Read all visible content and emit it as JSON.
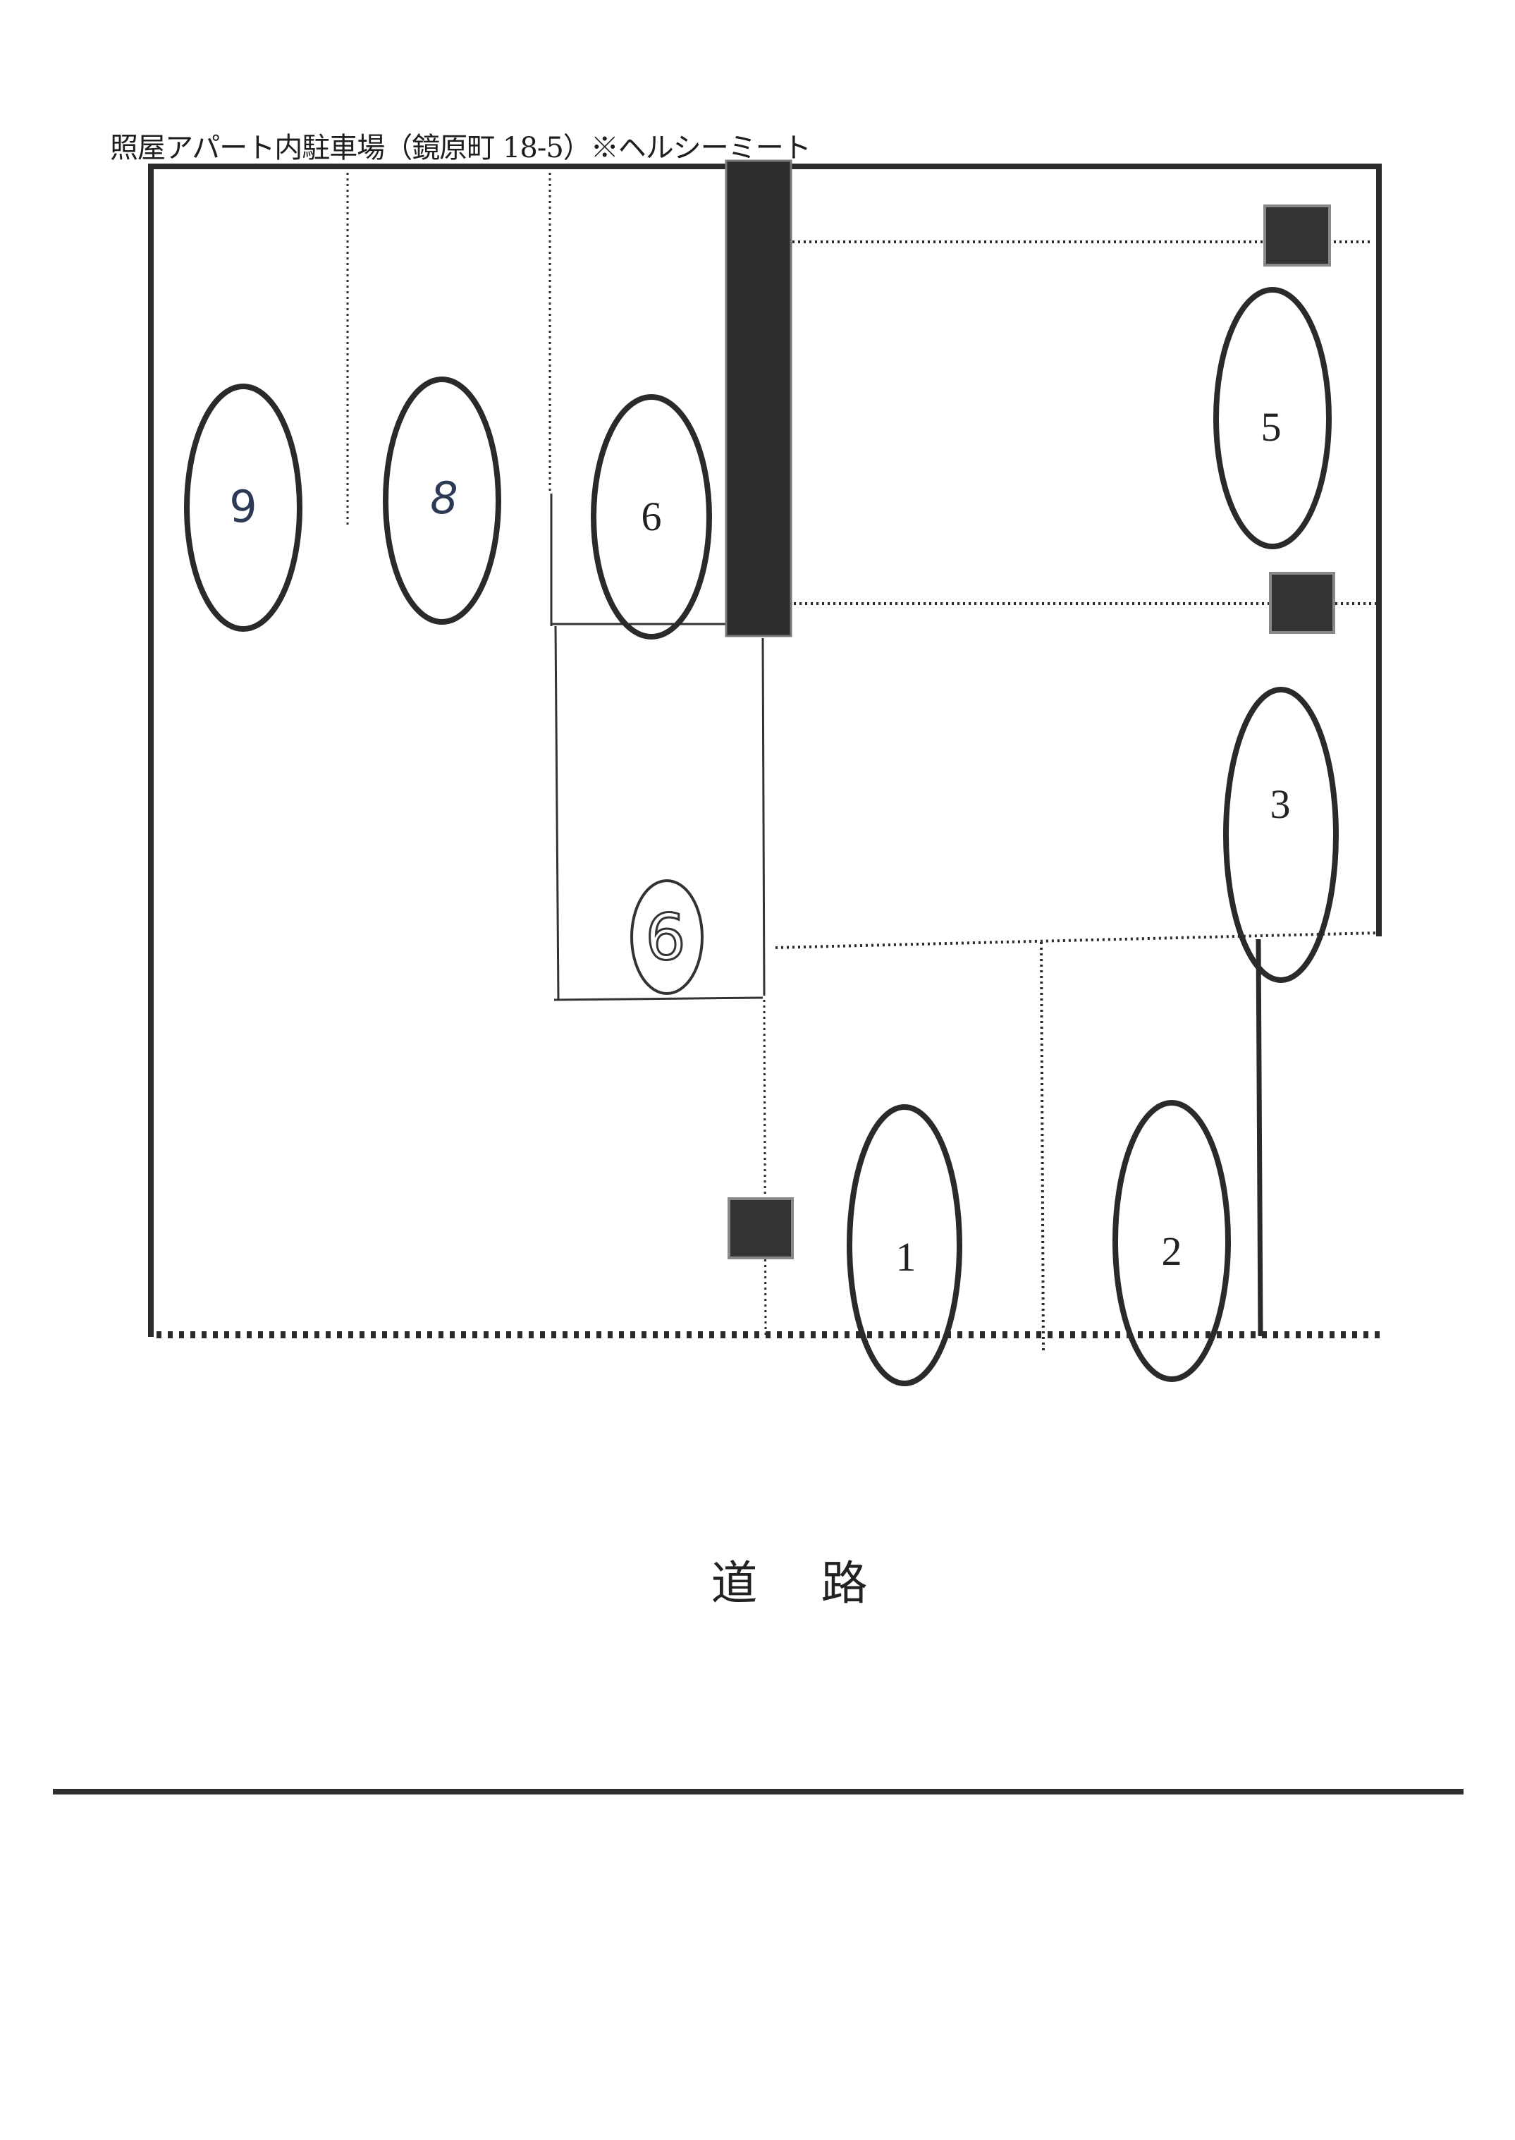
{
  "document": {
    "title": "照屋アパート内駐車場（鏡原町 18-5）※ヘルシーミート",
    "road_label": "道路"
  },
  "diagram": {
    "type": "parking-lot-layout",
    "colors": {
      "line": "#2a2a2a",
      "pillar": "#333333",
      "handwriting_ink": "#2c3a55"
    },
    "spots": [
      {
        "id": "9",
        "label": "9",
        "style": "handwritten"
      },
      {
        "id": "8",
        "label": "8",
        "style": "handwritten"
      },
      {
        "id": "6a",
        "label": "6",
        "style": "printed"
      },
      {
        "id": "5",
        "label": "5",
        "style": "printed"
      },
      {
        "id": "3",
        "label": "3",
        "style": "printed"
      },
      {
        "id": "6b",
        "label": "6",
        "style": "handwritten"
      },
      {
        "id": "1",
        "label": "1",
        "style": "printed"
      },
      {
        "id": "2",
        "label": "2",
        "style": "printed"
      }
    ],
    "features": {
      "building_wall": "thick-black-bar",
      "pillars": 3,
      "frontage": "dotted-boundary-to-road"
    }
  }
}
